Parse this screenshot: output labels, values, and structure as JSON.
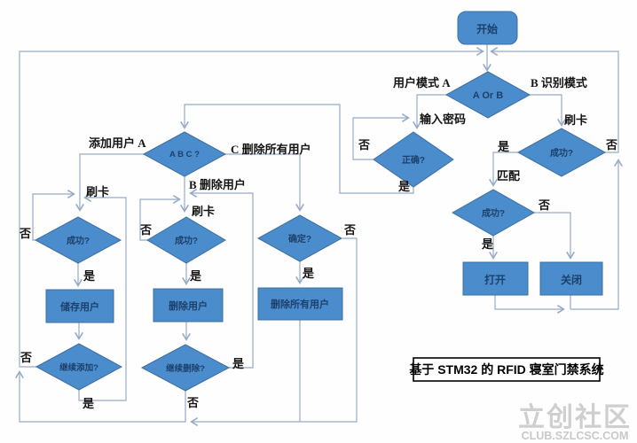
{
  "diagram": {
    "title": "基于 STM32 的 RFID 寝室门禁系统",
    "watermark": {
      "logo": "立创社区",
      "site": "CLUB.SZLCSC.COM"
    },
    "colors": {
      "node_fill": "#4a8ccc",
      "node_border": "#3e6fa3",
      "node_text": "#17365d",
      "connector": "#96abc7",
      "label_text": "#141414"
    },
    "nodes": {
      "start": {
        "label": "开始"
      },
      "mode": {
        "label": "A Or B"
      },
      "pwd_ok": {
        "label": "正确?"
      },
      "card_ok": {
        "label": "成功?"
      },
      "match_ok": {
        "label": "成功?"
      },
      "open": {
        "label": "打开"
      },
      "close": {
        "label": "关闭"
      },
      "abc": {
        "label": "A B C ?"
      },
      "add_ok": {
        "label": "成功?"
      },
      "store": {
        "label": "储存用户"
      },
      "cont_add": {
        "label": "继续添加?"
      },
      "del_ok": {
        "label": "成功?"
      },
      "delete": {
        "label": "删除用户"
      },
      "cont_del": {
        "label": "继续删除?"
      },
      "confirm": {
        "label": "确定?"
      },
      "del_all": {
        "label": "删除所有用户"
      }
    },
    "labels": {
      "user_mode": "用户模式 A",
      "recog_mode": "B 识别模式",
      "enter_pwd": "输入密码",
      "swipe_b": "刷卡",
      "no_pwd": "否",
      "yes_pwd": "是",
      "yes_card": "是",
      "no_card": "否",
      "match": "匹配",
      "no_match": "否",
      "yes_match": "是",
      "add_user": "添加用户 A",
      "del_all_br": "C 删除所有用户",
      "del_user_br": "B 删除用户",
      "swipe_a": "刷卡",
      "swipe_d": "刷卡",
      "no_add": "否",
      "yes_add": "是",
      "no_del": "否",
      "yes_del": "是",
      "no_confirm": "否",
      "yes_confirm": "是",
      "no_cont_add": "否",
      "yes_cont_add": "是",
      "yes_cont_del": "是",
      "no_cont_del": "否"
    }
  }
}
